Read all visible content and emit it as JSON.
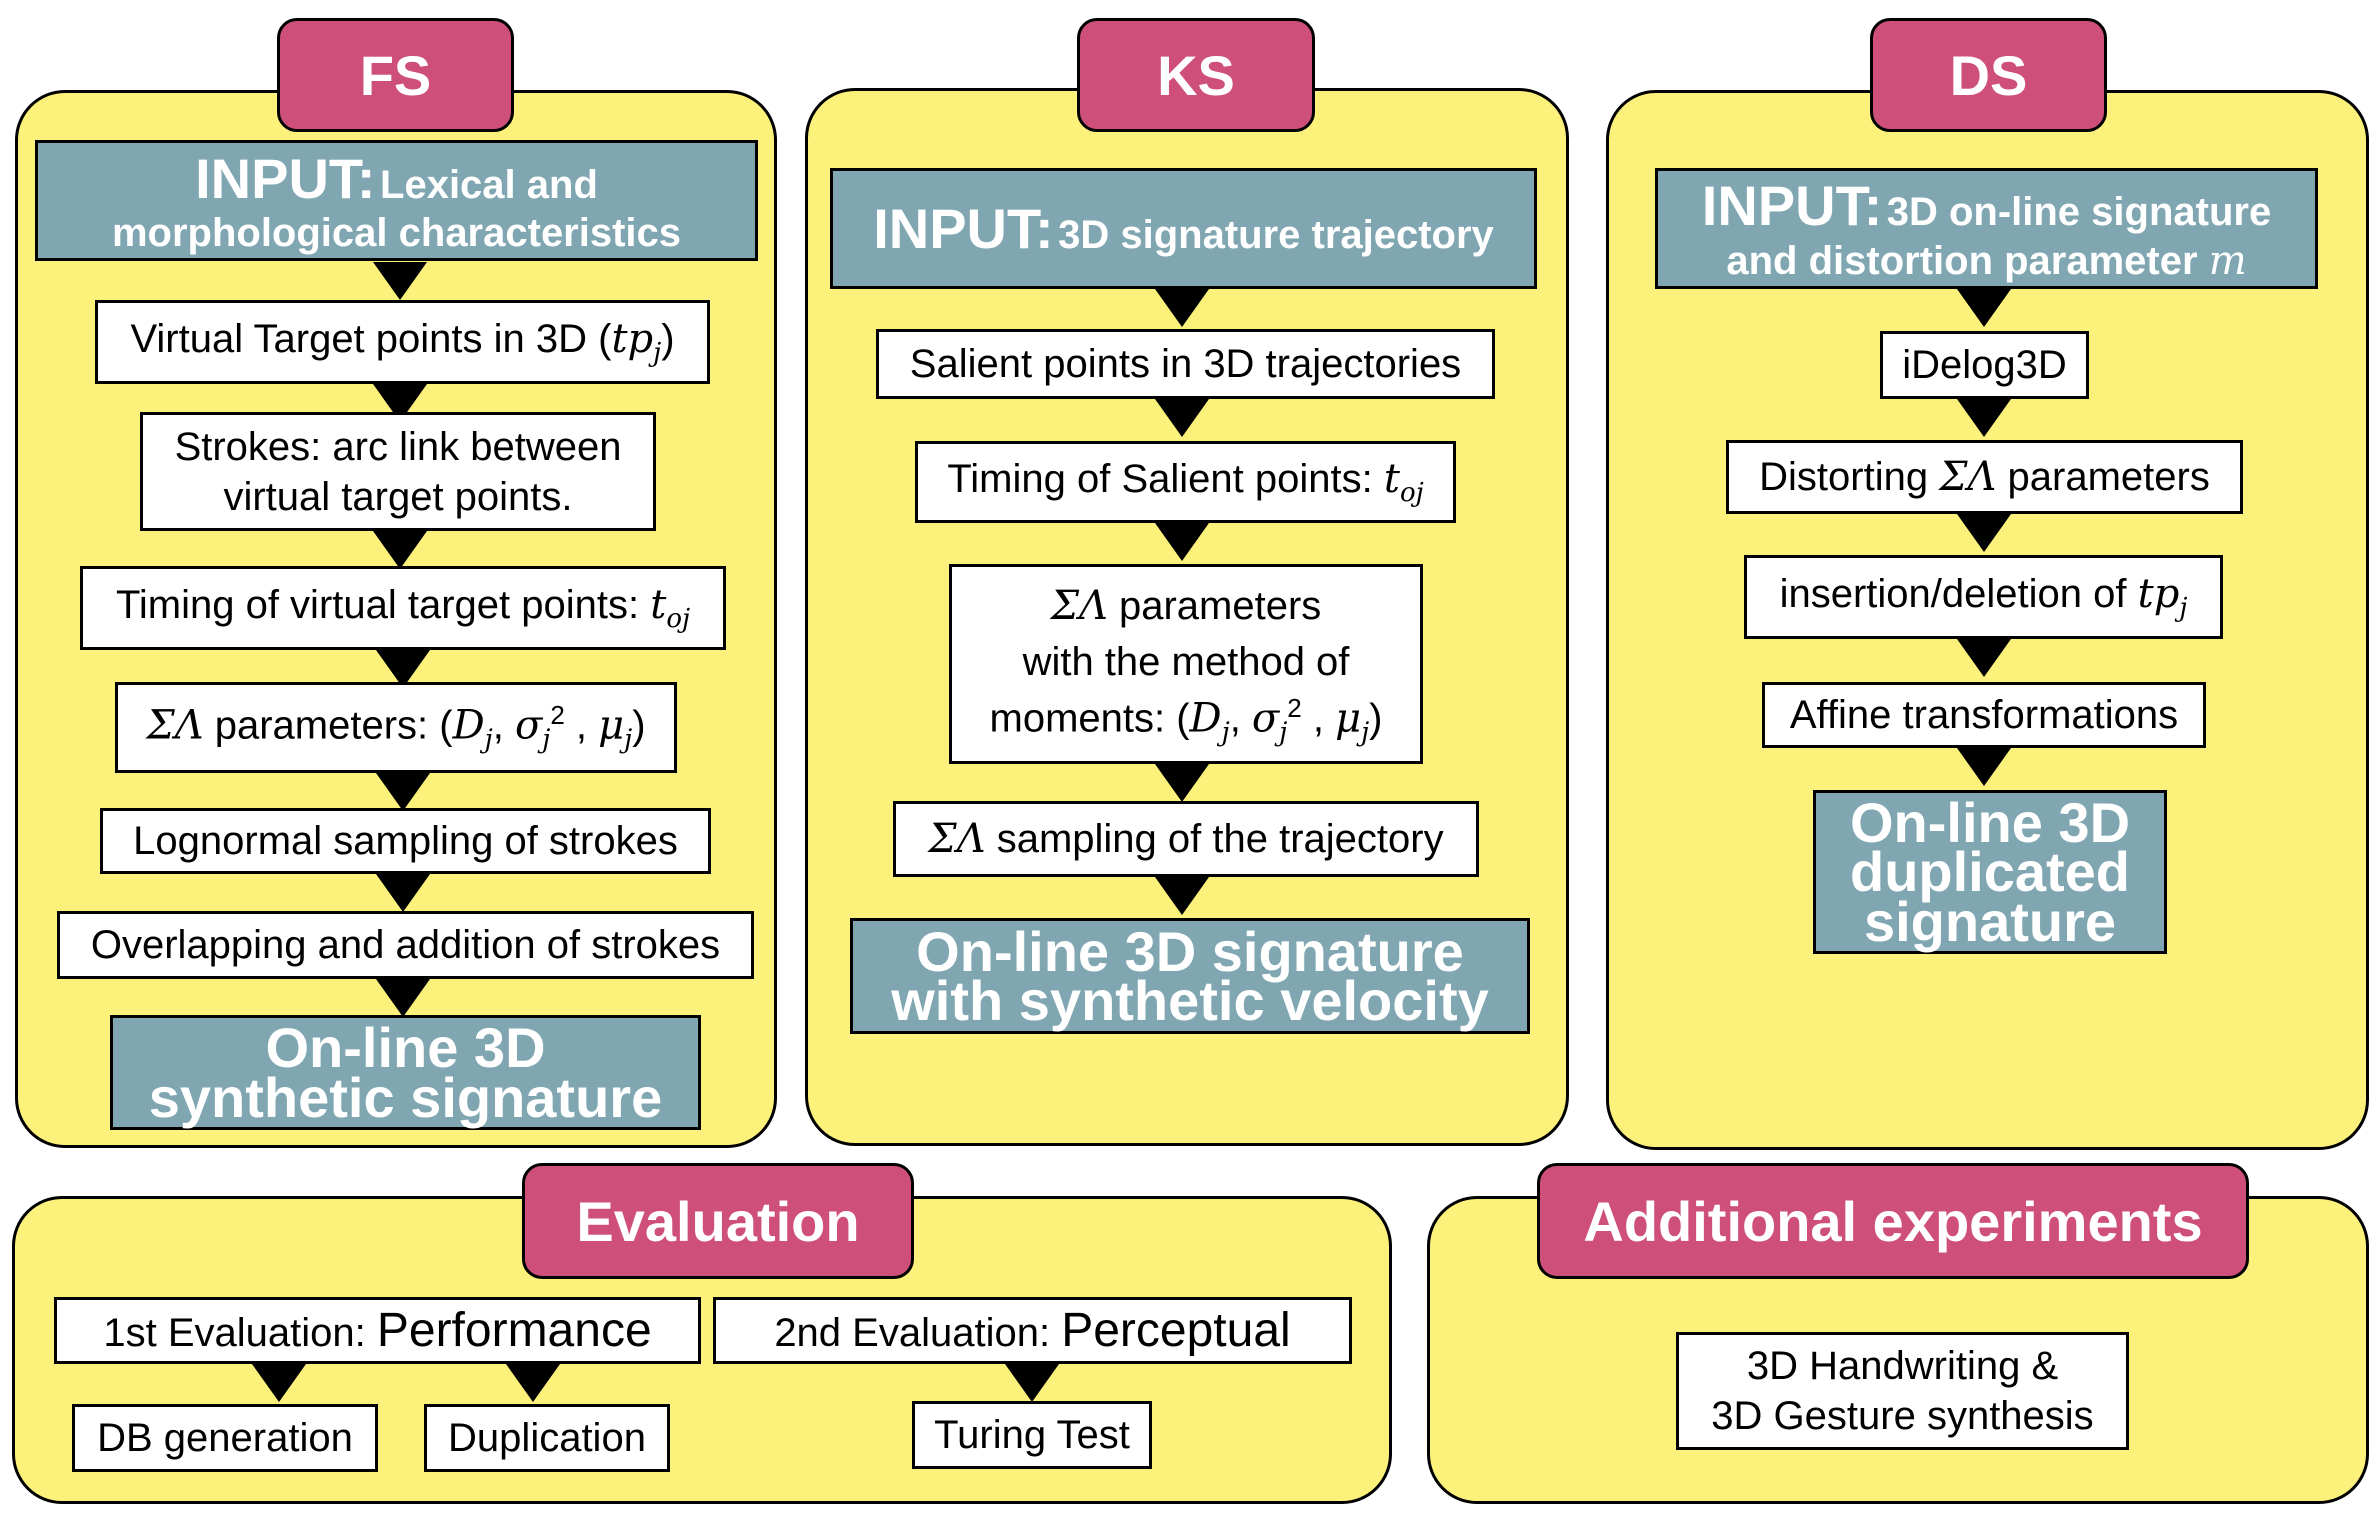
{
  "fs": {
    "tab": "FS",
    "input_head": "INPUT:",
    "input_rest1": "Lexical and",
    "input_rest2": "morphological characteristics",
    "steps": [
      "Virtual Target points in 3D (",
      "Strokes: arc link between",
      "virtual target points.",
      "Timing of virtual target points:",
      "parameters:",
      "Lognormal sampling of strokes",
      "Overlapping and addition of strokes"
    ],
    "output1": "On-line 3D",
    "output2": "synthetic signature"
  },
  "ks": {
    "tab": "KS",
    "input_head": "INPUT:",
    "input_rest": "3D signature trajectory",
    "steps": [
      "Salient points in 3D trajectories",
      "Timing of Salient points:",
      "parameters",
      "with the method of",
      "moments:",
      "sampling of the trajectory"
    ],
    "output1": "On-line 3D signature",
    "output2": "with synthetic velocity"
  },
  "ds": {
    "tab": "DS",
    "input_head": "INPUT:",
    "input_rest1": "3D on-line signature",
    "input_rest2": "and distortion parameter",
    "steps": [
      "iDelog3D",
      "Distorting",
      "parameters",
      "insertion/deletion of",
      "Affine transformations"
    ],
    "output1": "On-line 3D",
    "output2": "duplicated",
    "output3": "signature"
  },
  "evaluation": {
    "tab": "Evaluation",
    "first_prefix": "1st Evaluation:",
    "first_main": "Performance",
    "second_prefix": "2nd Evaluation:",
    "second_main": "Perceptual",
    "leaves": [
      "DB generation",
      "Duplication",
      "Turing Test"
    ]
  },
  "additional": {
    "tab": "Additional experiments",
    "line1": "3D Handwriting &",
    "line2": "3D Gesture synthesis"
  },
  "colors": {
    "panel": "#fcf27b",
    "tab": "#cf4f7b",
    "teal": "#7fa6b1"
  }
}
